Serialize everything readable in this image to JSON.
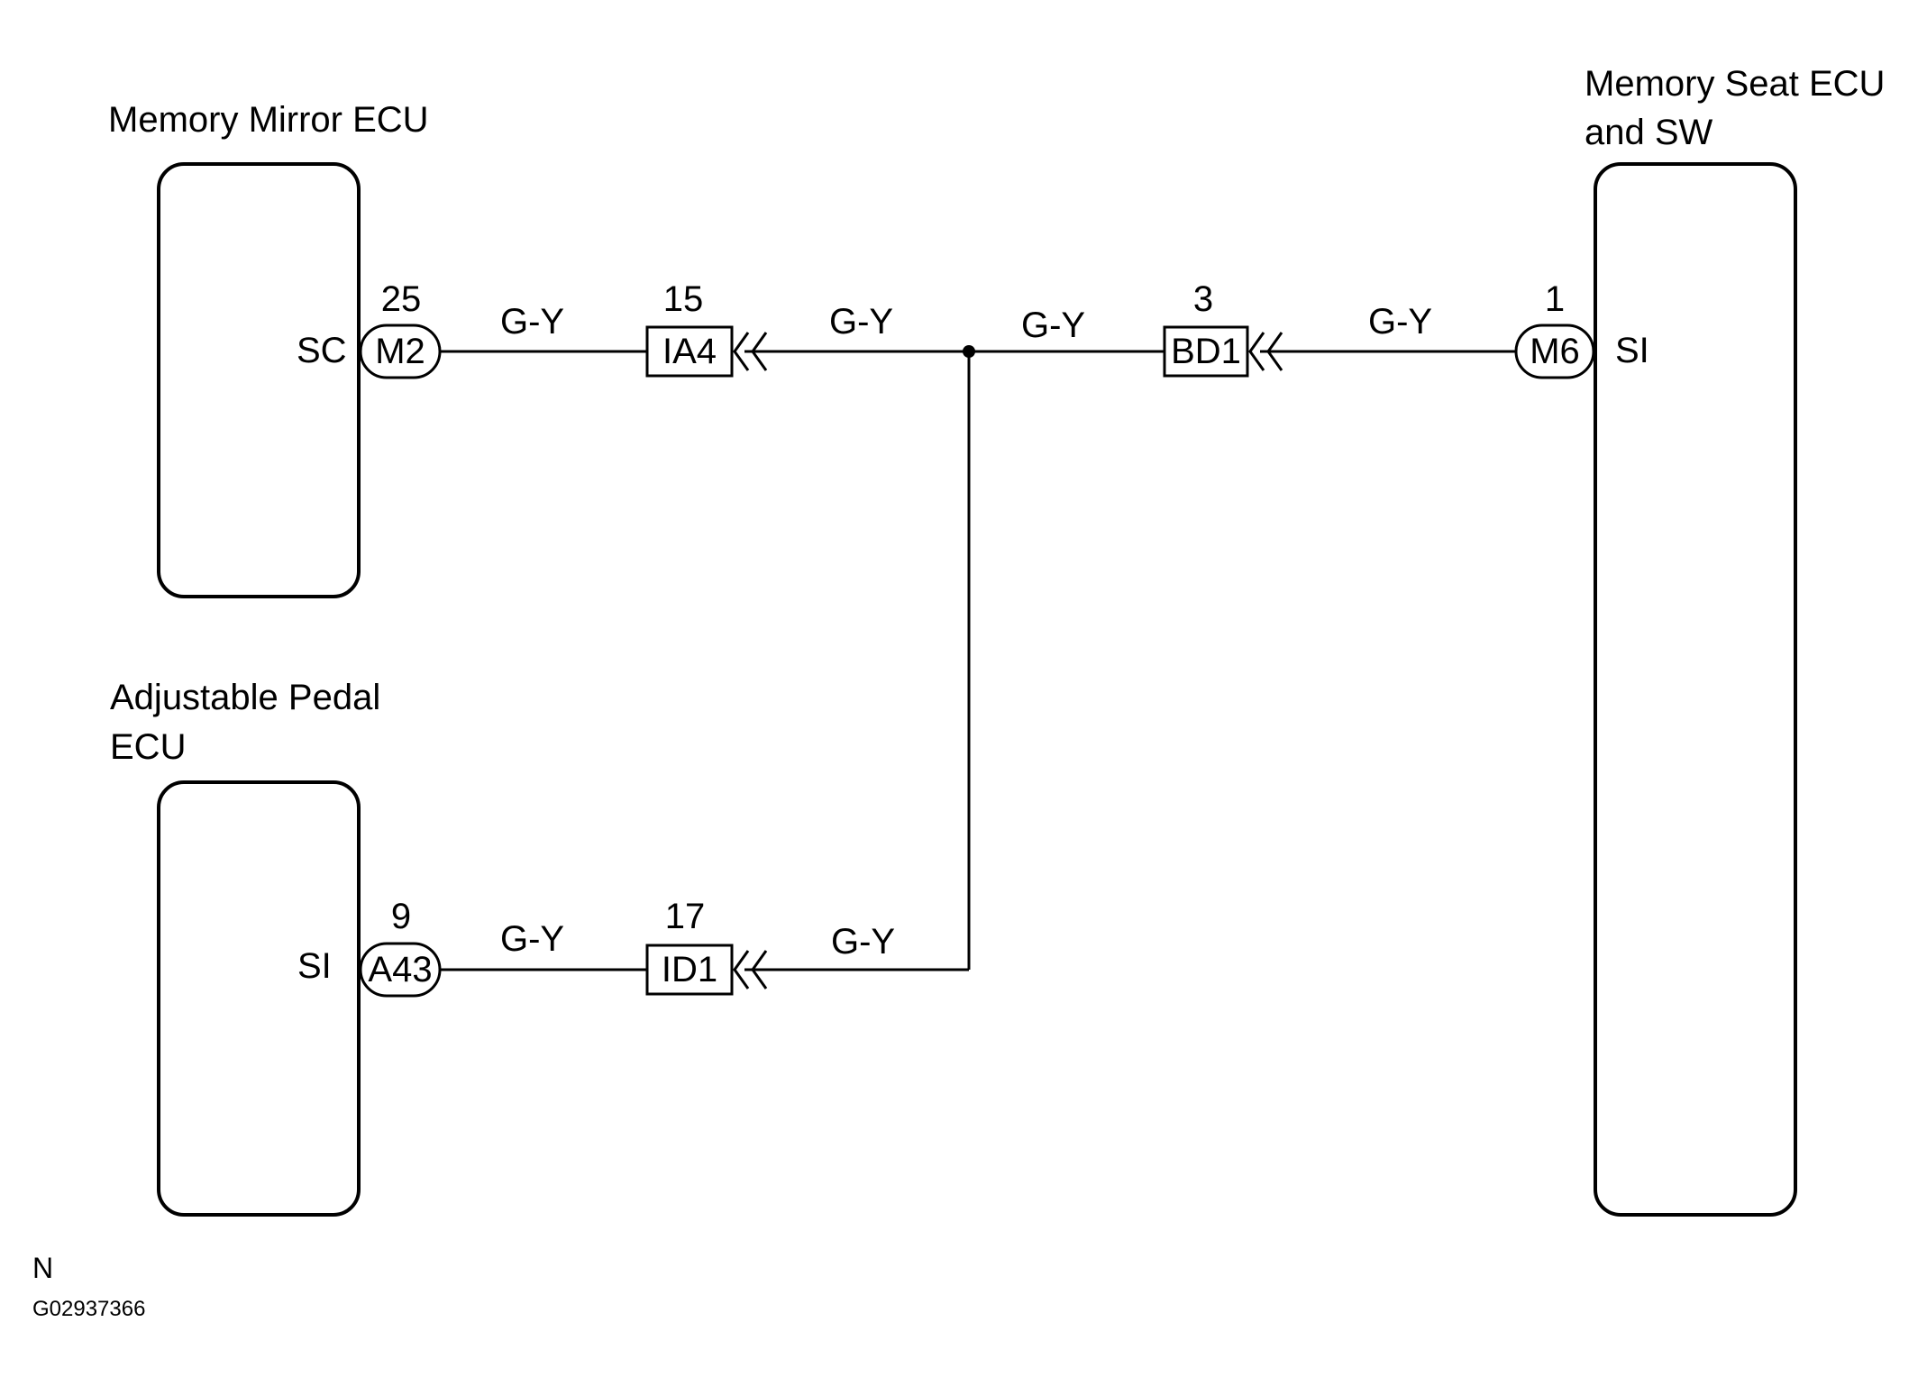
{
  "components": {
    "memory_mirror_ecu": {
      "title": "Memory Mirror ECU",
      "pin_label": "SC"
    },
    "adjustable_pedal_ecu": {
      "title_line1": "Adjustable Pedal",
      "title_line2": "ECU",
      "pin_label": "SI"
    },
    "memory_seat_ecu": {
      "title_line1": "Memory Seat ECU",
      "title_line2": "and SW",
      "pin_label": "SI"
    }
  },
  "connectors": {
    "m2": {
      "name": "M2",
      "pin": "25"
    },
    "ia4": {
      "name": "IA4",
      "pin": "15"
    },
    "bd1": {
      "name": "BD1",
      "pin": "3"
    },
    "m6": {
      "name": "M6",
      "pin": "1"
    },
    "a43": {
      "name": "A43",
      "pin": "9"
    },
    "id1": {
      "name": "ID1",
      "pin": "17"
    }
  },
  "wires": {
    "w1": "G-Y",
    "w2": "G-Y",
    "w3": "G-Y",
    "w4": "G-Y",
    "w5": "G-Y",
    "w6": "G-Y"
  },
  "footer": {
    "region_code": "N",
    "figure_id": "G02937366"
  }
}
